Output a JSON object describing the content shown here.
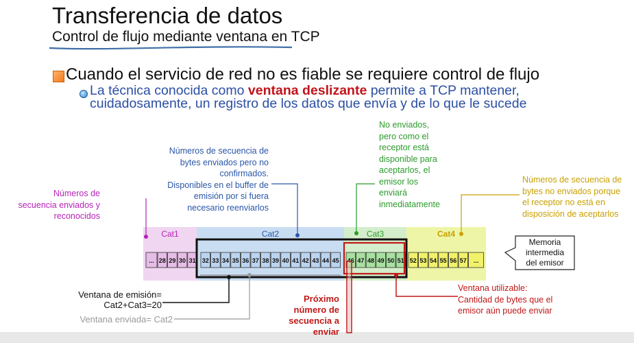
{
  "title": "Transferencia de datos",
  "subtitle": "Control de flujo mediante ventana en TCP",
  "bullet1": "Cuando el servicio de red no es fiable se requiere control de flujo",
  "bullet2": {
    "pre": "La técnica conocida como ",
    "highlight": "ventana deslizante",
    "post": " permite a TCP mantener, cuidadosamente, un registro de los datos que envía y de lo que le sucede"
  },
  "categories": {
    "cat1": "Cat1",
    "cat2": "Cat2",
    "cat3": "Cat3",
    "cat4": "Cat4"
  },
  "sequence": {
    "cat1": [
      "...",
      "28",
      "29",
      "30",
      "31"
    ],
    "cat2": [
      "32",
      "33",
      "34",
      "35",
      "36",
      "37",
      "38",
      "39",
      "40",
      "41",
      "42",
      "43",
      "44",
      "45"
    ],
    "cat3": [
      "46",
      "47",
      "48",
      "49",
      "50",
      "51"
    ],
    "cat4": [
      "52",
      "53",
      "54",
      "55",
      "56",
      "57",
      "..."
    ]
  },
  "annotations": {
    "cat1": [
      "Números de",
      "secuencia enviados y",
      "reconocidos"
    ],
    "cat2": [
      "Números de secuencia de",
      "bytes enviados pero no",
      "confirmados.",
      "Disponibles en el buffer de",
      "emisión por si fuera",
      "necesario reenviarlos"
    ],
    "cat3": [
      "No enviados,",
      "pero como el",
      "receptor está",
      "disponible para",
      "aceptarlos, el",
      "emisor los",
      "enviará",
      "inmediatamente"
    ],
    "cat4": [
      "Números de secuencia de",
      "bytes no enviados porque",
      "el receptor no está en",
      "disposición de aceptarlos"
    ],
    "memoria": [
      "Memoria",
      "intermedia",
      "del emisor"
    ],
    "ventana_emision": [
      "Ventana de emisión=",
      "Cat2+Cat3=20"
    ],
    "ventana_enviada": "Ventana enviada= Cat2",
    "proximo": [
      "Próximo",
      "número de",
      "secuencia a",
      "enviar"
    ],
    "ventana_utilizable": [
      "Ventana utilizable:",
      "Cantidad de bytes que el",
      "emisor aún puede enviar"
    ]
  },
  "colors": {
    "cat1_band": "#f0d6f0",
    "cat1_cell": "#e6bde6",
    "cat1_text": "#b622b6",
    "cat2_band": "#c9ddf2",
    "cat2_cell": "#bcd4f0",
    "cat2_text": "#2a56a8",
    "cat3_band": "#d4eecb",
    "cat3_cell": "#a8e0a0",
    "cat3_text": "#2b9b2b",
    "cat4_band": "#eef5a6",
    "cat4_cell": "#f2f26a",
    "cat4_text": "#c9a000",
    "red": "#c01818"
  }
}
